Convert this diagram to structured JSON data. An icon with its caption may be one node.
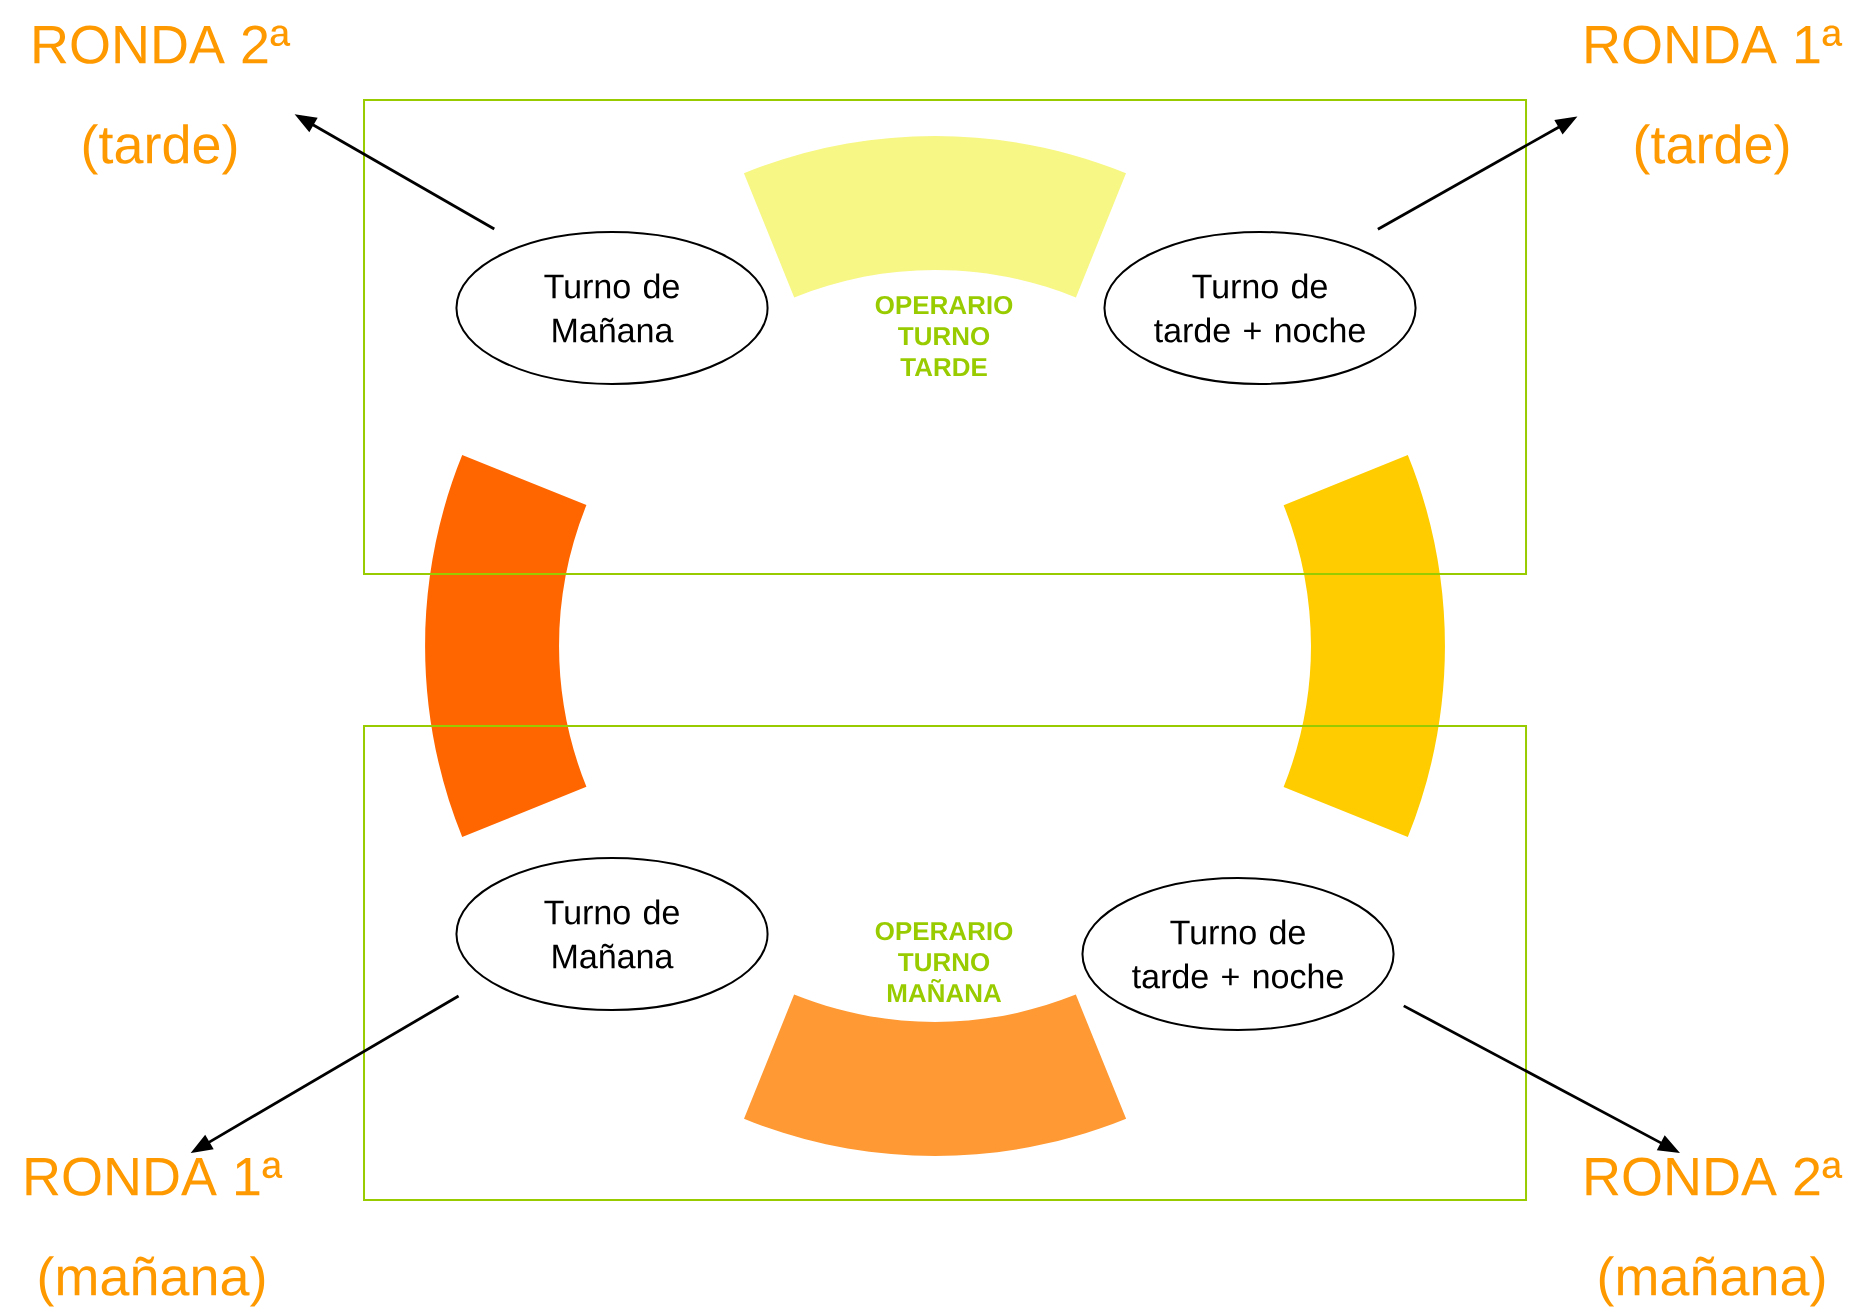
{
  "diagram": {
    "nodes": [
      {
        "text": [
          "OPERARIO TURNO TARDE"
        ]
      },
      {
        "text": [
          "Turno de Mañana"
        ],
        "in": 0
      },
      {
        "text": [
          "Turno de tarde + noche"
        ],
        "in": 0
      },
      {
        "text": [
          "OPERARIO TURNO MAÑANA"
        ]
      },
      {
        "text": [
          "Turno de Mañana"
        ],
        "in": 3
      },
      {
        "text": [
          "Turno de tarde + noche"
        ],
        "in": 3
      },
      {
        "text": [
          "RONDA 2ª",
          "(tarde)"
        ]
      },
      {
        "text": [
          "RONDA 1ª",
          "(tarde)"
        ]
      },
      {
        "text": [
          "RONDA 1ª",
          "(mañana)"
        ]
      },
      {
        "text": [
          "RONDA 2ª",
          "(mañana)"
        ]
      }
    ],
    "edges": [
      {
        "from": 1,
        "to": 6,
        "arrow": "to"
      },
      {
        "from": 2,
        "to": 7,
        "arrow": "to"
      },
      {
        "from": 4,
        "to": 8,
        "arrow": "to"
      },
      {
        "from": 5,
        "to": 9,
        "arrow": "to"
      }
    ]
  }
}
